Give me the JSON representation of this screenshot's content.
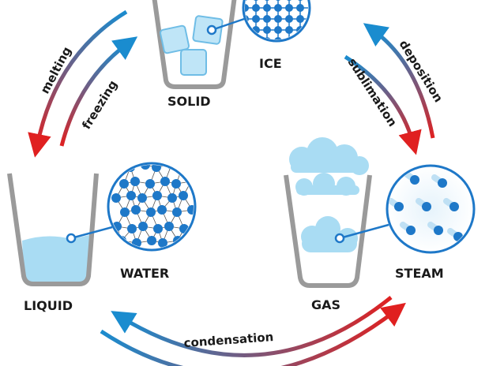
{
  "states": {
    "solid": "SOLID",
    "liquid": "LIQUID",
    "gas": "GAS"
  },
  "substances": {
    "ice": "ICE",
    "water": "WATER",
    "steam": "STEAM"
  },
  "transitions": {
    "melting": "melting",
    "freezing": "freezing",
    "deposition": "deposition",
    "sublimation": "sublimation",
    "condensation": "condensation"
  },
  "colors": {
    "cold": "#1a8ccf",
    "hot": "#e02020",
    "water": "#a9dcf3",
    "molecule": "#1e78c8",
    "glass": "#9a9a9a"
  }
}
